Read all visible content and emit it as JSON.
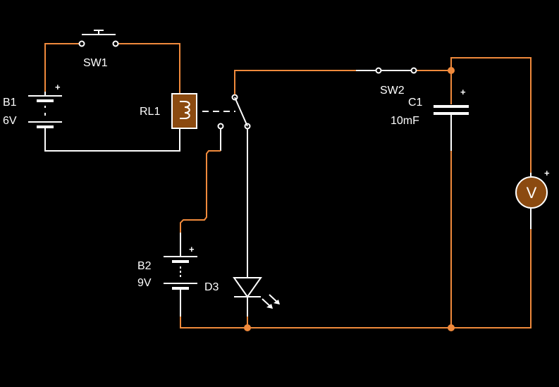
{
  "colors": {
    "background": "#000000",
    "wire_energized": "#f08a3c",
    "wire_neutral": "#ffffff",
    "component_fill": "#8b4a10",
    "junction": "#f08a3c"
  },
  "components": {
    "sw1": {
      "name": "SW1"
    },
    "b1": {
      "name": "B1",
      "value": "6V",
      "polarity": "+"
    },
    "rl1": {
      "name": "RL1"
    },
    "sw2": {
      "name": "SW2"
    },
    "c1": {
      "name": "C1",
      "value": "10mF",
      "polarity": "+"
    },
    "b2": {
      "name": "B2",
      "value": "9V",
      "polarity": "+"
    },
    "d3": {
      "name": "D3"
    },
    "voltmeter": {
      "symbol": "V",
      "polarity": "+"
    }
  }
}
